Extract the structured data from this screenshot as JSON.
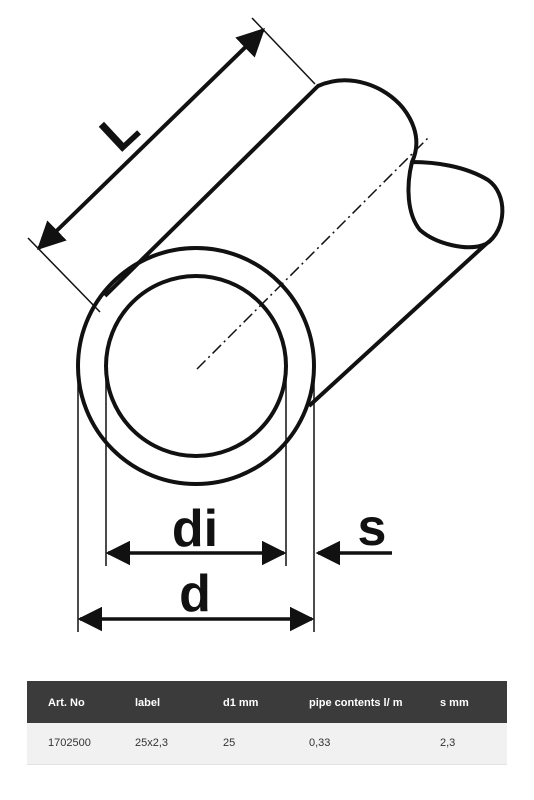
{
  "diagram": {
    "labels": {
      "length": "L",
      "inner_diameter": "di",
      "wall_thickness": "s",
      "outer_diameter": "d"
    },
    "stroke_color": "#111111"
  },
  "table": {
    "header_bg": "#3b3b3b",
    "row_bg": "#f1f1f1",
    "headers": [
      "Art. No",
      "label",
      "d1 mm",
      "pipe contents l/ m",
      "s mm"
    ],
    "rows": [
      [
        "1702500",
        "25x2,3",
        "25",
        "0,33",
        "2,3"
      ]
    ]
  }
}
